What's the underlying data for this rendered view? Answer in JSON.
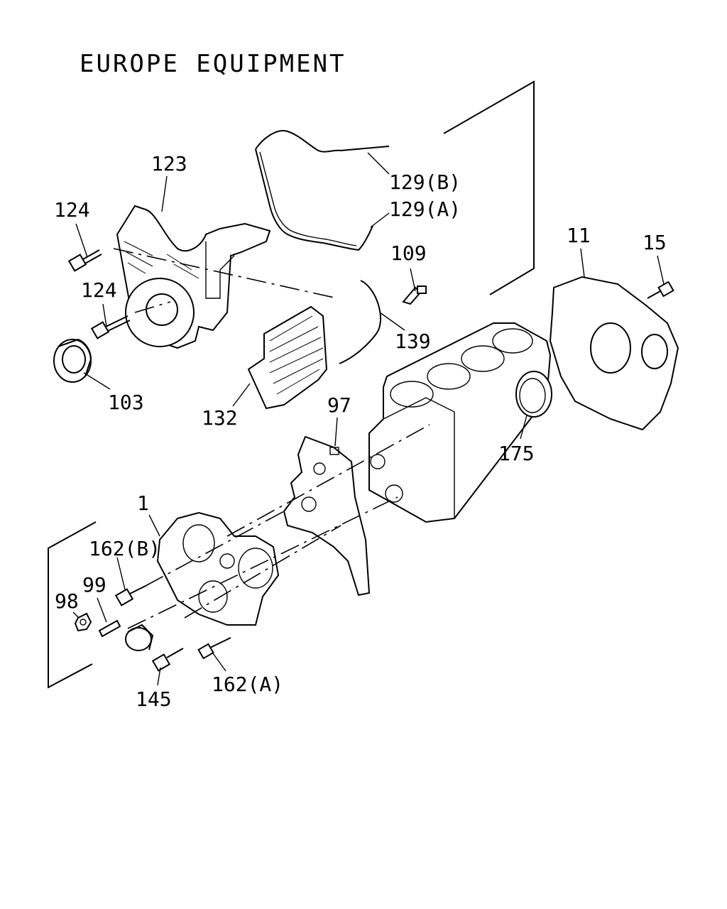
{
  "title": "EUROPE EQUIPMENT",
  "labels": {
    "p123": "123",
    "p124a": "124",
    "p124b": "124",
    "p103": "103",
    "p129b": "129(B)",
    "p129a": "129(A)",
    "p109": "109",
    "p139": "139",
    "p132": "132",
    "p11": "11",
    "p15": "15",
    "p97": "97",
    "p175": "175",
    "p1": "1",
    "p162b": "162(B)",
    "p99": "99",
    "p98": "98",
    "p145": "145",
    "p162a": "162(A)"
  }
}
